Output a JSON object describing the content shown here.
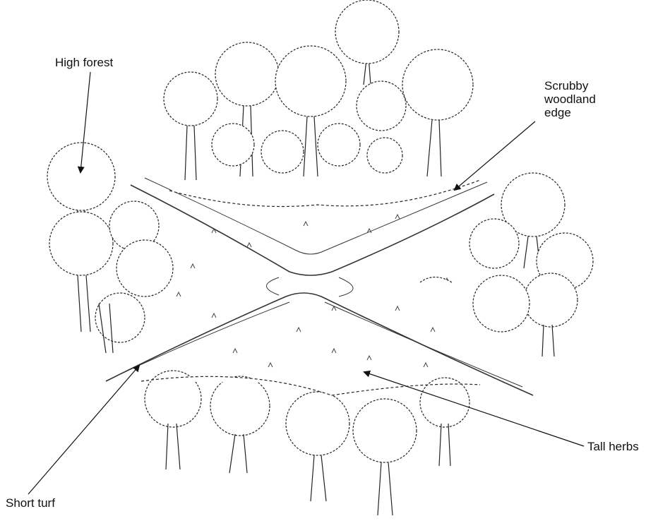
{
  "labels": {
    "high_forest": "High forest",
    "scrubby_woodland_edge": [
      "Scrubby",
      "woodland",
      "edge"
    ],
    "tall_herbs": "Tall herbs",
    "short_turf": "Short turf"
  },
  "colors": {
    "ink": "#111111",
    "background": "#ffffff"
  }
}
